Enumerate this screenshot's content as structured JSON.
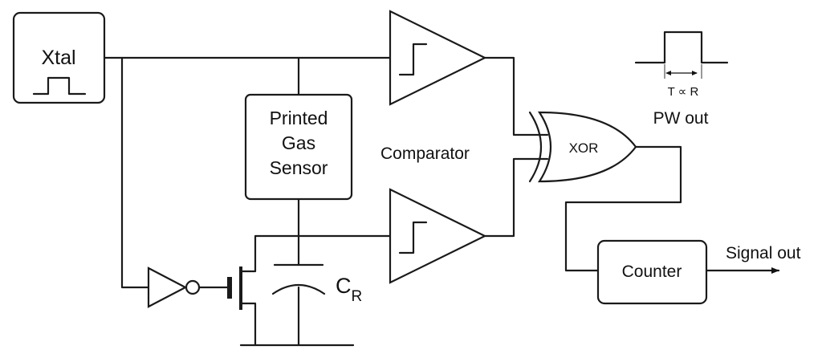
{
  "xtal": {
    "label": "Xtal"
  },
  "sensor": {
    "lines": [
      "Printed",
      "Gas",
      "Sensor"
    ]
  },
  "comparator": {
    "label": "Comparator"
  },
  "xor": {
    "label": "XOR"
  },
  "capacitor": {
    "label": "C",
    "subscript": "R"
  },
  "counter": {
    "label": "Counter"
  },
  "pulse_note": {
    "relation": "T ∝ R",
    "label": "PW out"
  },
  "output": {
    "label": "Signal out"
  }
}
